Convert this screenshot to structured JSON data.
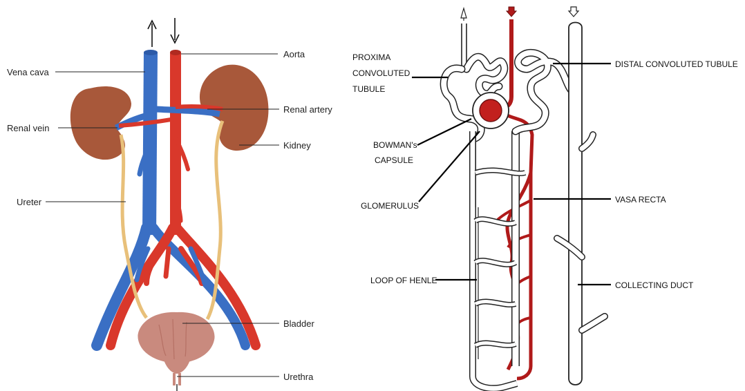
{
  "left_diagram": {
    "labels": {
      "vena_cava": "Vena cava",
      "aorta": "Aorta",
      "renal_artery": "Renal artery",
      "renal_vein": "Renal vein",
      "kidney": "Kidney",
      "ureter": "Ureter",
      "bladder": "Bladder",
      "urethra": "Urethra"
    },
    "colors": {
      "vein": "#3a6fc4",
      "artery": "#d9382b",
      "kidney": "#a8583a",
      "ureter": "#e8c07a",
      "bladder": "#c98a7e"
    }
  },
  "right_diagram": {
    "labels": {
      "proxima_1": "PROXIMA",
      "proxima_2": "CONVOLUTED",
      "proxima_3": "TUBULE",
      "distal": "DISTAL CONVOLUTED TUBULE",
      "bowman_1": "BOWMAN's",
      "bowman_2": "CAPSULE",
      "glomerulus": "GLOMERULUS",
      "vasa_recta": "VASA RECTA",
      "loop_of_henle": "LOOP OF HENLE",
      "collecting_duct": "COLLECTING DUCT"
    },
    "colors": {
      "blood": "#b01a1a",
      "tubule": "#ffffff",
      "outline": "#222222"
    }
  }
}
